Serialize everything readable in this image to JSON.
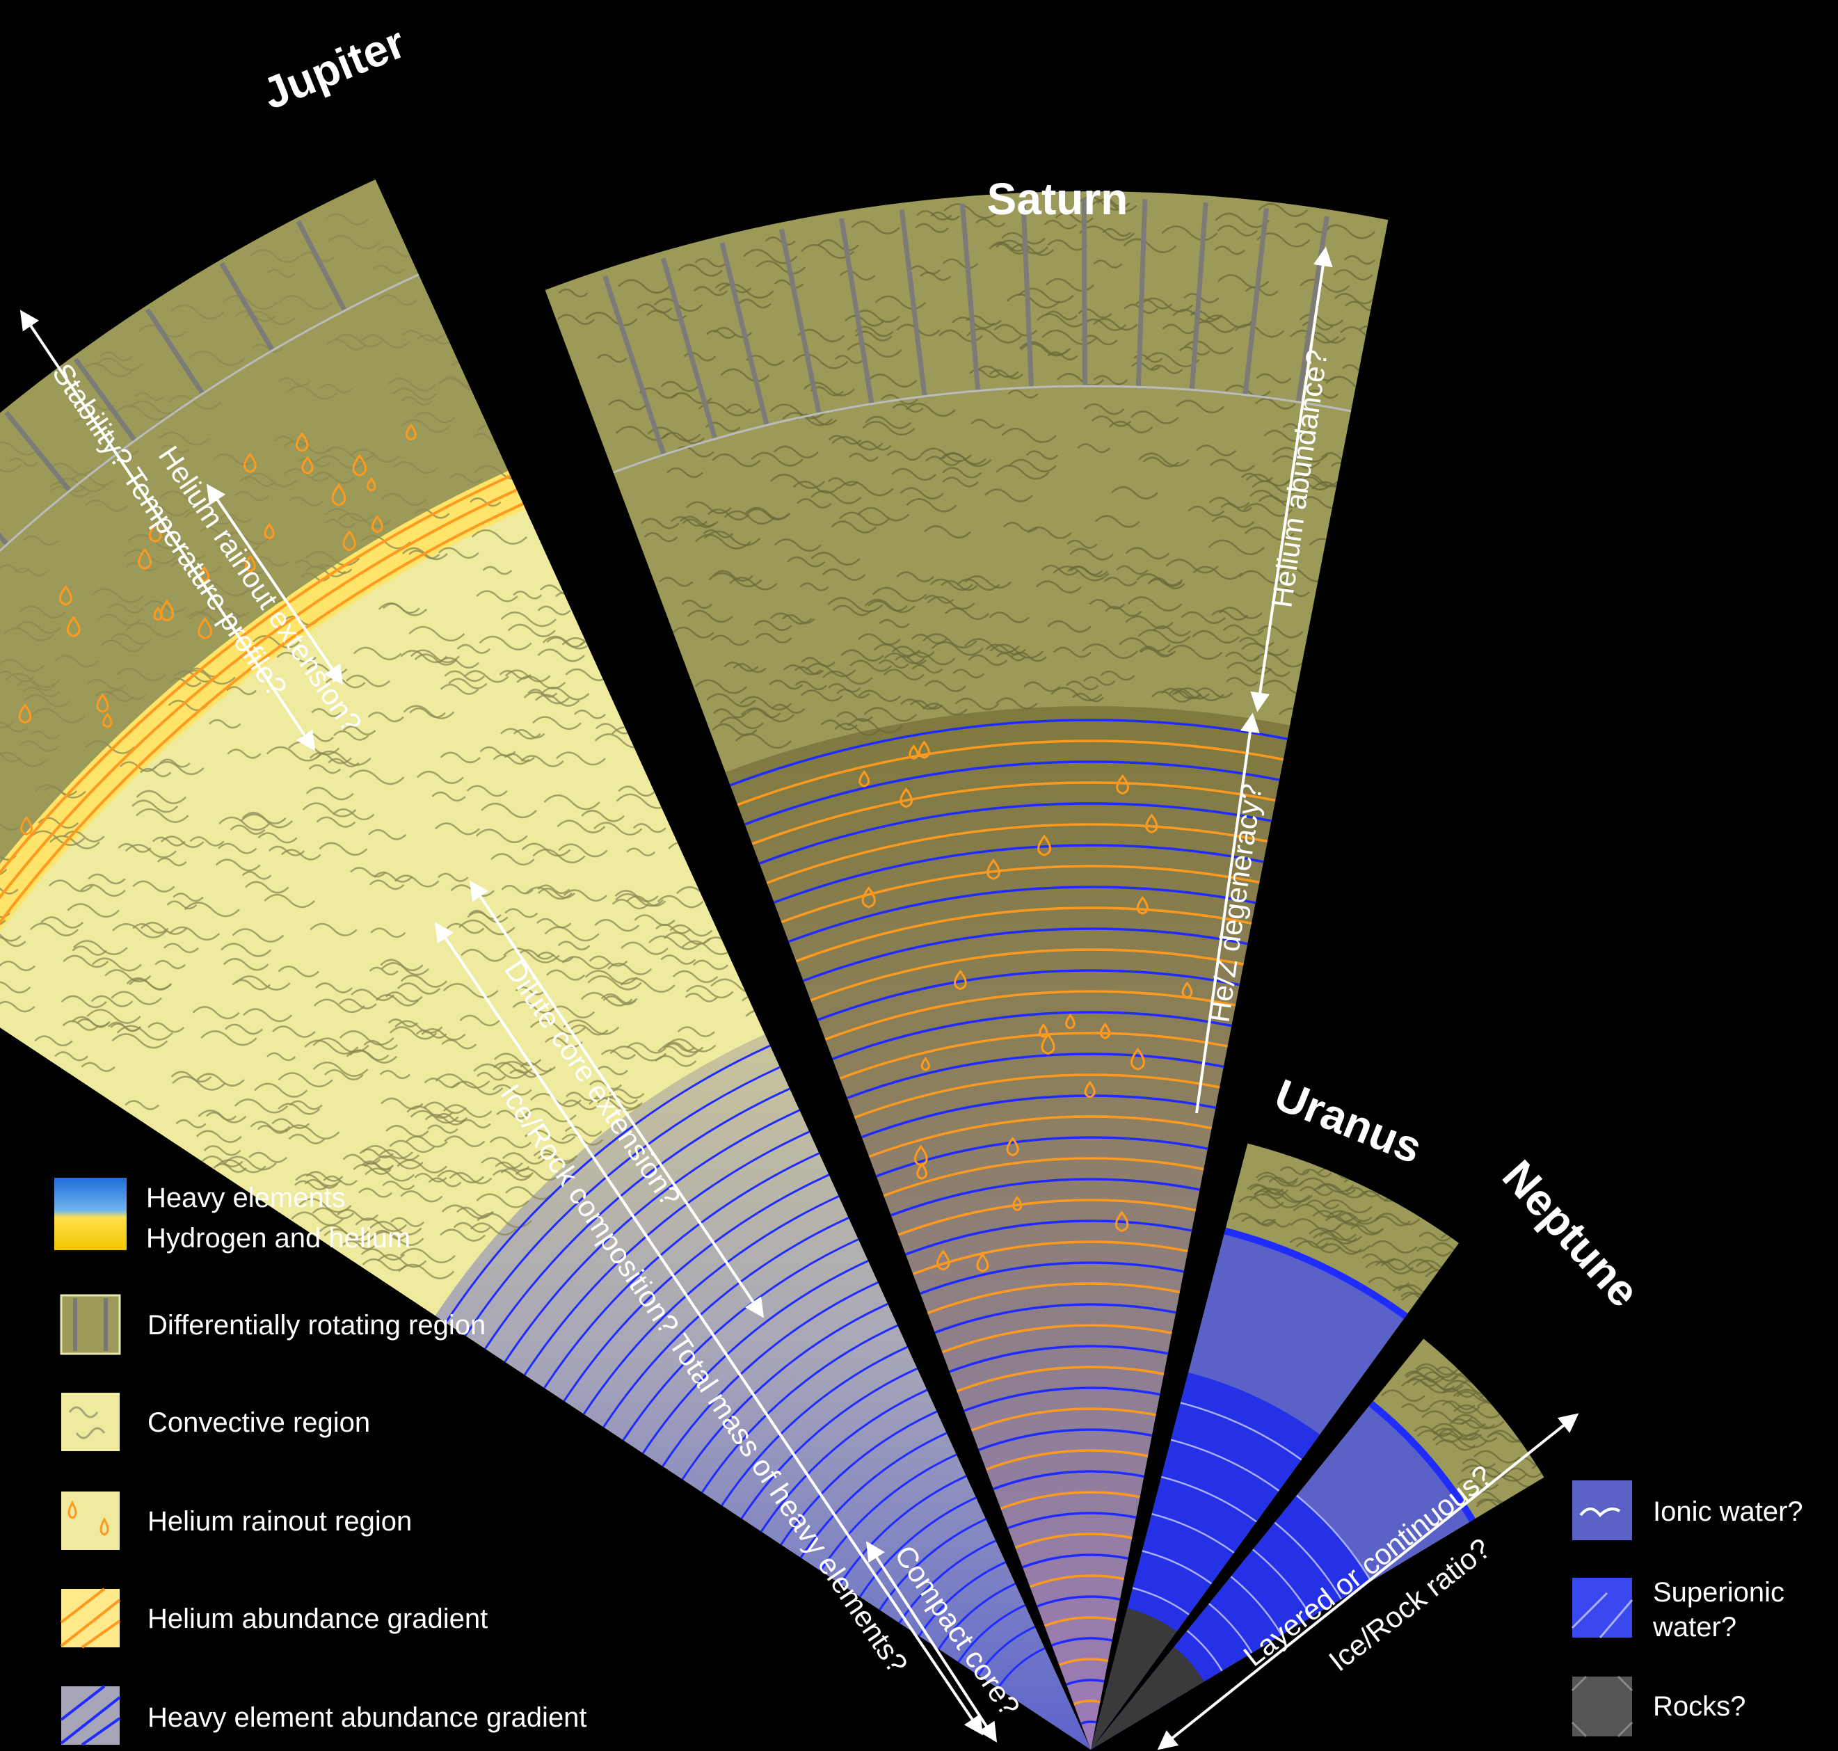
{
  "planets": {
    "jupiter": "Jupiter",
    "saturn": "Saturn",
    "uranus": "Uranus",
    "neptune": "Neptune"
  },
  "annotations": {
    "stability": "Stability? Temperature profile?",
    "helium_rainout_extension": "Helium rainout extension?",
    "dilute_core_extension": "Dilute core extension?",
    "ice_rock_composition": "Ice/Rock composition? Total mass of heavy elements?",
    "compact_core": "Compact core?",
    "helium_abundance": "Helium abundance?",
    "he_z_degeneracy": "He/Z degeneracy?",
    "layered_or_continuous": "Layered or continuous?",
    "ice_rock_ratio": "Ice/Rock ratio?"
  },
  "legend_left": [
    {
      "id": "heavy-hydrogen",
      "lines": [
        "Heavy elements",
        "Hydrogen and helium"
      ]
    },
    {
      "id": "diff-rot",
      "lines": [
        "Differentially rotating region"
      ]
    },
    {
      "id": "convective",
      "lines": [
        "Convective region"
      ]
    },
    {
      "id": "rainout",
      "lines": [
        "Helium rainout region"
      ]
    },
    {
      "id": "he-gradient",
      "lines": [
        "Helium abundance gradient"
      ]
    },
    {
      "id": "z-gradient",
      "lines": [
        "Heavy element abundance gradient"
      ]
    }
  ],
  "legend_right": [
    {
      "id": "ionic",
      "lines": [
        "Ionic water?"
      ]
    },
    {
      "id": "superionic",
      "lines": [
        "Superionic",
        "water?"
      ]
    },
    {
      "id": "rocks",
      "lines": [
        "Rocks?"
      ]
    }
  ],
  "colors": {
    "background": "#000000",
    "diff_rot_fill": "#9b9a58",
    "convective_fill": "#eeea9e",
    "helium_orange": "#ff9a1e",
    "gradient_blue": "#1f2bff",
    "ionic_blue": "#5a62c8",
    "superionic_blue": "#2431e6",
    "rock_gray": "#555555",
    "text": "#ffffff"
  }
}
